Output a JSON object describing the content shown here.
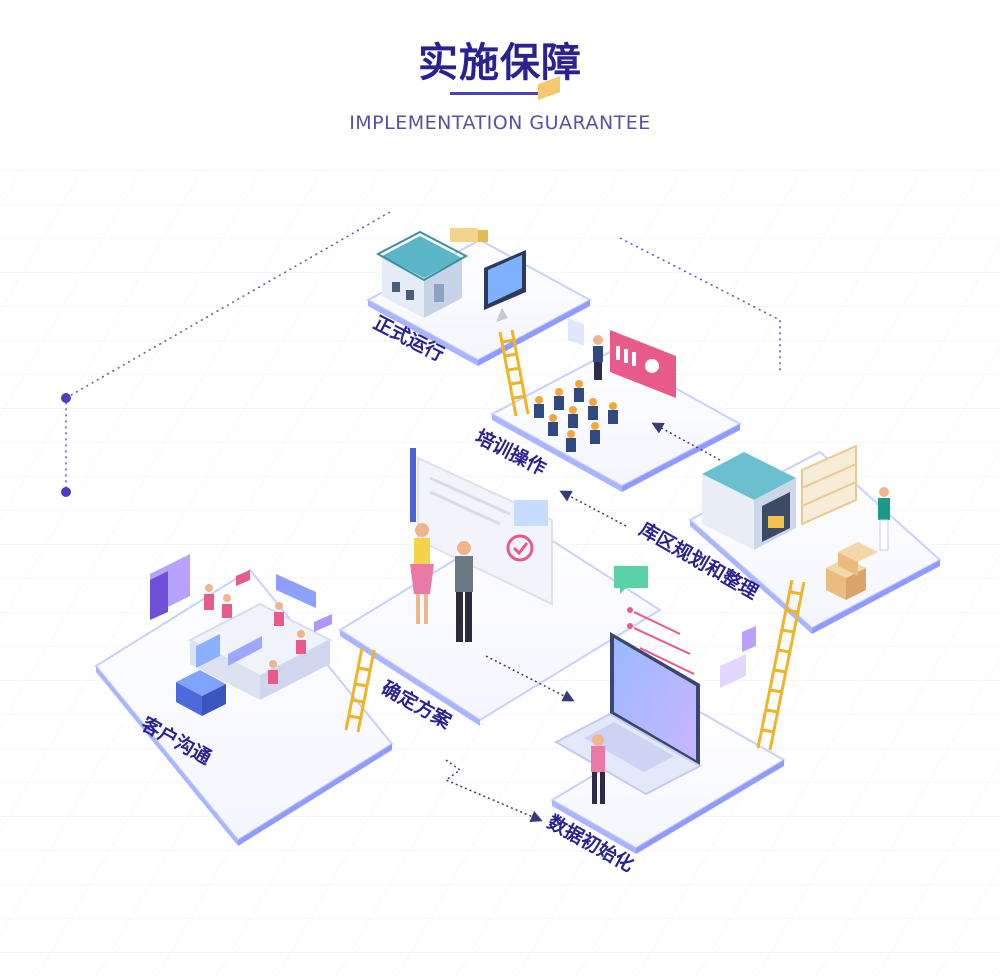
{
  "header": {
    "title": "实施保障",
    "subtitle": "IMPLEMENTATION GUARANTEE"
  },
  "stages": {
    "customer_communication": "客户沟通",
    "confirm_plan": "确定方案",
    "data_initialization": "数据初始化",
    "warehouse_planning": "库区规划和整理",
    "training": "培训操作",
    "go_live": "正式运行"
  },
  "colors": {
    "title": "#2b2290",
    "accent": "#4b3fbf",
    "platform_edge": "#8f9bff",
    "ladder": "#f5c542",
    "roof": "#4aa6b8",
    "pink": "#e85a8a"
  }
}
